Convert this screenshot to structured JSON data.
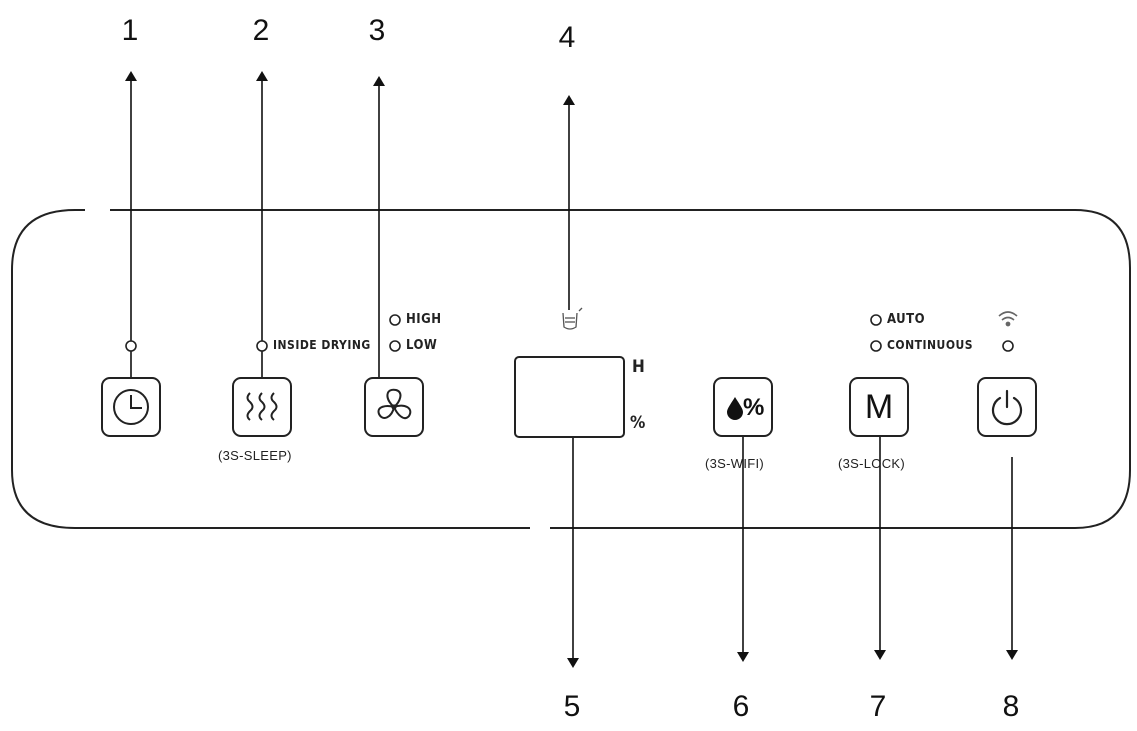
{
  "callouts": [
    "1",
    "2",
    "3",
    "4",
    "5",
    "6",
    "7",
    "8"
  ],
  "indicators": {
    "inside_drying": "INSIDE DRYING",
    "high": "HIGH",
    "low": "LOW",
    "auto": "AUTO",
    "continuous": "CONTINUOUS"
  },
  "buttons": {
    "timer": {
      "icon": "clock-icon"
    },
    "sleep": {
      "icon": "heat-waves-icon",
      "sublabel": "(3S-SLEEP)"
    },
    "fan": {
      "icon": "fan-icon"
    },
    "humidity": {
      "icon": "droplet-percent-icon",
      "symbol": "%",
      "sublabel": "(3S-WIFI)"
    },
    "mode": {
      "label": "M",
      "sublabel": "(3S-LOCK)"
    },
    "power": {
      "icon": "power-icon"
    }
  },
  "display": {
    "unit_h": "H",
    "unit_pct": "%"
  },
  "icons": {
    "tank": "water-tank-icon",
    "wifi": "wifi-icon"
  }
}
